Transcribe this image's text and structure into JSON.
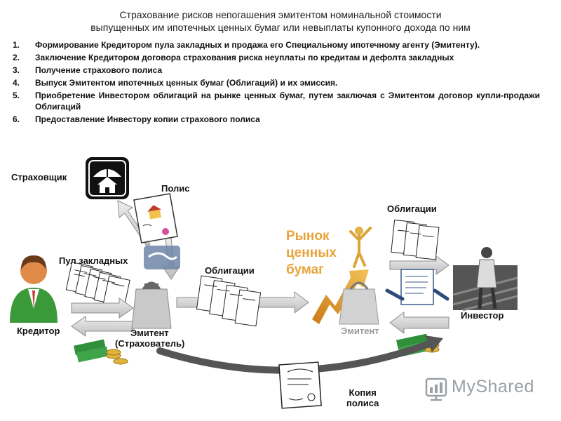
{
  "title": {
    "line1": "Страхование рисков непогашения эмитентом номинальной стоимости",
    "line2": "выпущенных им ипотечных ценных бумаг или невыплаты купонного дохода по ним"
  },
  "steps": [
    {
      "num": "1.",
      "text": "Формирование Кредитором пула закладных и продажа его Специальному ипотечному агенту (Эмитенту)."
    },
    {
      "num": "2.",
      "text": "Заключение Кредитором договора страхования риска неуплаты по кредитам и дефолта закладных"
    },
    {
      "num": "3.",
      "text": "Получение страхового полиса"
    },
    {
      "num": "4.",
      "text": "Выпуск Эмитентом ипотечных ценных бумаг (Облигаций) и их эмиссия."
    },
    {
      "num": "5.",
      "text": "Приобретение Инвестором облигаций на рынке ценных бумаг, путем заключая с Эмитентом договор купли-продажи Облигаций"
    },
    {
      "num": "6.",
      "text": "Предоставление Инвестору копии страхового полиса"
    }
  ],
  "diagram": {
    "insurer": "Страховщик",
    "policy": "Полис",
    "mortgage_pool": "Пул закладных",
    "bonds_center": "Облигации",
    "bonds_right": "Облигации",
    "market_line1": "Рынок",
    "market_line2": "ценных",
    "market_line3": "бумаг",
    "creditor": "Кредитор",
    "issuer_left_line1": "Эмитент",
    "issuer_left_line2": "(Страхователь)",
    "issuer_right": "Эмитент",
    "investor": "Инвестор",
    "policy_copy_line1": "Копия",
    "policy_copy_line2": "полиса"
  },
  "watermark": "MyShared",
  "colors": {
    "market_text": "#e8a43a",
    "arrow_fill": "#d9d9d9",
    "arrow_stroke": "#8c8c8c",
    "money": "#2f8f3a",
    "coin": "#e1b33a"
  }
}
